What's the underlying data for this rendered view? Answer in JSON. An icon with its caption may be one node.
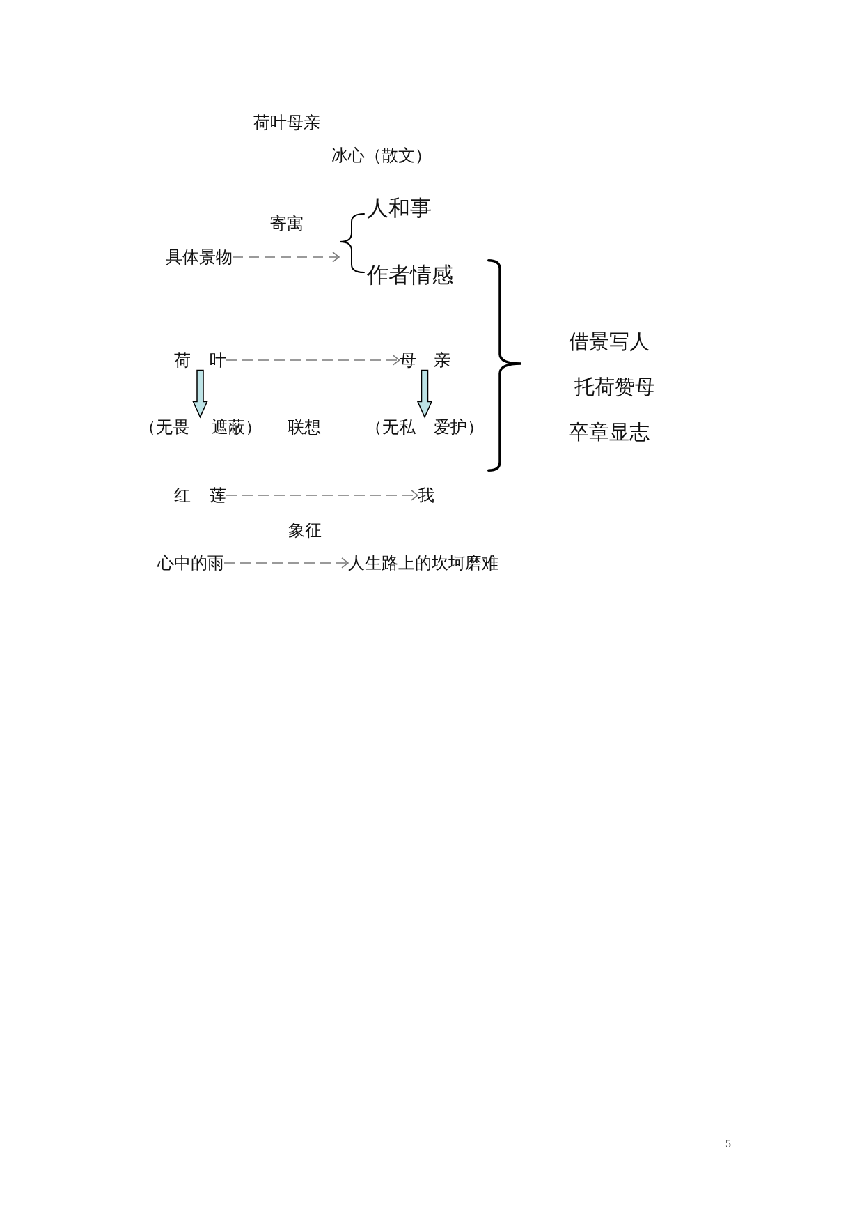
{
  "diagram": {
    "title": "荷叶母亲",
    "nodes": [
      {
        "text": [
          "具体景物"
        ]
      },
      {
        "text": [],
        "shape": "brace"
      },
      {
        "text": [
          "人和事"
        ]
      },
      {
        "text": [
          "作者情感"
        ]
      },
      {
        "text": [
          "荷 叶"
        ]
      },
      {
        "text": [
          "母 亲"
        ]
      },
      {
        "text": [
          "（无畏 遮蔽）"
        ]
      },
      {
        "text": [
          "（无私 爱护）"
        ]
      },
      {
        "text": [
          "红 莲"
        ]
      },
      {
        "text": [
          "我"
        ]
      },
      {
        "text": [
          "心中的雨"
        ]
      },
      {
        "text": [
          "人生路上的坎坷磨难"
        ]
      }
    ],
    "edges": [
      {
        "from": 0,
        "to": 1,
        "arrow": "to",
        "style": "dashed",
        "label": "寄寓"
      },
      {
        "from": 4,
        "to": 5,
        "arrow": "to",
        "style": "dashed"
      },
      {
        "from": 4,
        "to": 6,
        "arrow": "to",
        "style": "thick",
        "color": "#bde3e6"
      },
      {
        "from": 5,
        "to": 7,
        "arrow": "to",
        "style": "thick",
        "color": "#bde3e6"
      },
      {
        "from": 8,
        "to": 9,
        "arrow": "to",
        "style": "dashed"
      },
      {
        "from": 10,
        "to": 11,
        "arrow": "to",
        "style": "dashed",
        "label": "象征"
      }
    ],
    "labels": [
      "冰心（散文）",
      "借景写人",
      "托荷赞母",
      "联想",
      "卒章显志",
      "5"
    ]
  }
}
